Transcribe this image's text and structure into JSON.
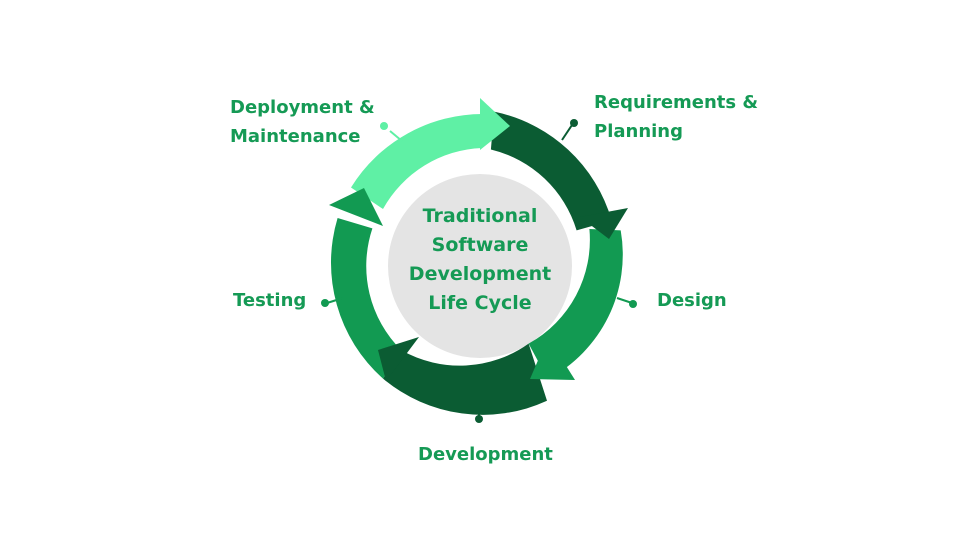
{
  "center_title": {
    "line1": "Traditional",
    "line2": "Software",
    "line3": "Development",
    "line4": "Life Cycle"
  },
  "stages": {
    "requirements": {
      "line1": "Requirements &",
      "line2": "Planning"
    },
    "design": {
      "label": "Design"
    },
    "development": {
      "label": "Development"
    },
    "testing": {
      "label": "Testing"
    },
    "deployment": {
      "line1": "Deployment &",
      "line2": "Maintenance"
    }
  },
  "colors": {
    "text": "#159a55",
    "dark_green": "#0b5c33",
    "medium_green": "#129a52",
    "light_green": "#5ff0a5",
    "inner_circle": "#e4e4e4"
  }
}
